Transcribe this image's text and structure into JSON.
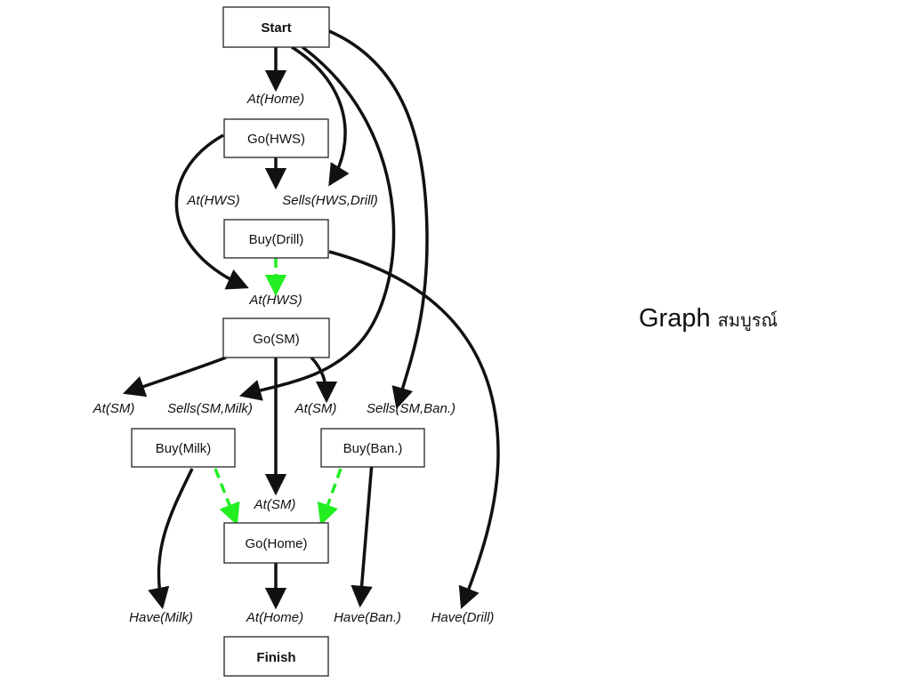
{
  "title": {
    "main": "Graph",
    "suffix": "สมบูรณ์"
  },
  "colors": {
    "causal": "#111111",
    "ordering": "#22ee22"
  },
  "steps": {
    "start": "Start",
    "go_hws": "Go(HWS)",
    "buy_drill": "Buy(Drill)",
    "go_sm": "Go(SM)",
    "buy_milk": "Buy(Milk)",
    "buy_ban": "Buy(Ban.)",
    "go_home": "Go(Home)",
    "finish": "Finish"
  },
  "conditions": {
    "at_home_1": "At(Home)",
    "at_hws_1": "At(HWS)",
    "sells_hws_drill": "Sells(HWS,Drill)",
    "at_hws_2": "At(HWS)",
    "at_sm_1": "At(SM)",
    "sells_sm_milk": "Sells(SM,Milk)",
    "at_sm_2": "At(SM)",
    "sells_sm_ban": "Sells(SM,Ban.)",
    "at_sm_3": "At(SM)",
    "have_milk": "Have(Milk)",
    "at_home_2": "At(Home)",
    "have_ban": "Have(Ban.)",
    "have_drill": "Have(Drill)"
  }
}
